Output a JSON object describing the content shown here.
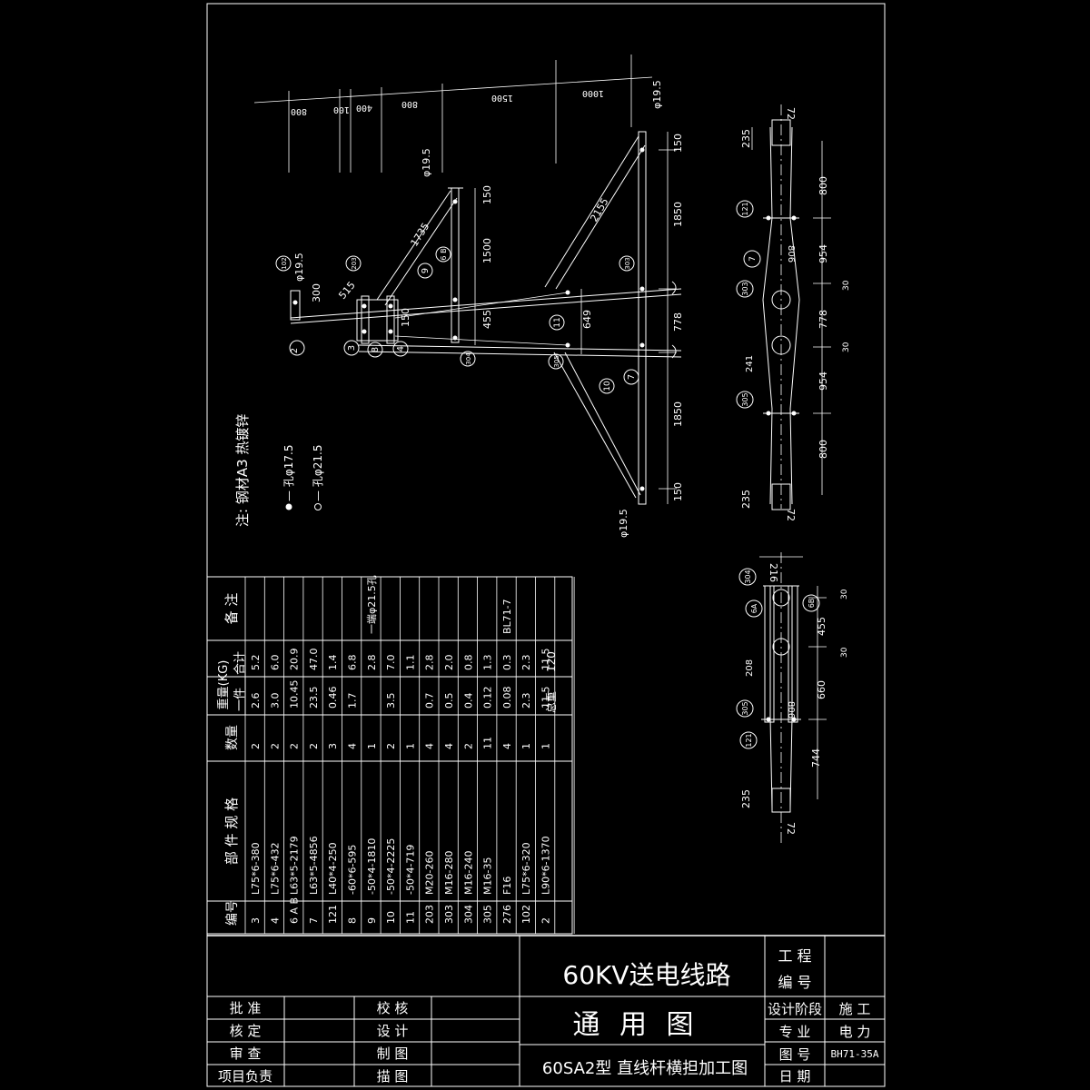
{
  "title_block": {
    "project_title": "60KV送电线路",
    "subtitle": "通 用 图",
    "drawing_name": "60SA2型 直线杆横担加工图",
    "project_no_label": "工 程\n编 号",
    "stage_label": "设计阶段",
    "stage_value": "施 工",
    "specialty_label": "专 业",
    "specialty_value": "电 力",
    "drawing_no_label": "图 号",
    "drawing_no_value": "BH71-35A",
    "date_label": "日 期",
    "signatures": [
      {
        "left": "批 准",
        "right": "校 核"
      },
      {
        "left": "核 定",
        "right": "设 计"
      },
      {
        "left": "审 查",
        "right": "制 图"
      },
      {
        "left": "项目负责",
        "right": "描 图"
      }
    ]
  },
  "notes": {
    "note_main": "注: 钢材A3 热镀锌",
    "hole_small": "— 孔φ17.5",
    "hole_large": "— 孔φ21.5"
  },
  "parts_table": {
    "headers": {
      "no": "编号",
      "spec": "部 件 规 格",
      "qty": "数量",
      "weight": "重量(KG)",
      "w_each": "一件",
      "w_total": "合计",
      "remark": "备 注"
    },
    "rows": [
      {
        "no": "3",
        "spec": "L75*6-380",
        "qty": "2",
        "each": "2.6",
        "total": "5.2",
        "remark": ""
      },
      {
        "no": "4",
        "spec": "L75*6-432",
        "qty": "2",
        "each": "3.0",
        "total": "6.0",
        "remark": ""
      },
      {
        "no": "6 A B",
        "spec": "L63*5-2179",
        "qty": "2",
        "each": "10.45",
        "total": "20.9",
        "remark": ""
      },
      {
        "no": "7",
        "spec": "L63*5-4856",
        "qty": "2",
        "each": "23.5",
        "total": "47.0",
        "remark": ""
      },
      {
        "no": "121",
        "spec": "L40*4-250",
        "qty": "3",
        "each": "0.46",
        "total": "1.4",
        "remark": ""
      },
      {
        "no": "8",
        "spec": "-60*6-595",
        "qty": "4",
        "each": "1.7",
        "total": "6.8",
        "remark": ""
      },
      {
        "no": "9",
        "spec": "-50*4-1810",
        "qty": "1",
        "each": "",
        "total": "2.8",
        "remark": "一端φ21.5孔"
      },
      {
        "no": "10",
        "spec": "-50*4-2225",
        "qty": "2",
        "each": "3.5",
        "total": "7.0",
        "remark": ""
      },
      {
        "no": "11",
        "spec": "-50*4-719",
        "qty": "1",
        "each": "",
        "total": "1.1",
        "remark": ""
      },
      {
        "no": "203",
        "spec": "M20-260",
        "qty": "4",
        "each": "0.7",
        "total": "2.8",
        "remark": ""
      },
      {
        "no": "303",
        "spec": "M16-280",
        "qty": "4",
        "each": "0.5",
        "total": "2.0",
        "remark": ""
      },
      {
        "no": "304",
        "spec": "M16-240",
        "qty": "2",
        "each": "0.4",
        "total": "0.8",
        "remark": ""
      },
      {
        "no": "305",
        "spec": "M16-35",
        "qty": "11",
        "each": "0.12",
        "total": "1.3",
        "remark": ""
      },
      {
        "no": "276",
        "spec": "F16",
        "qty": "4",
        "each": "0.08",
        "total": "0.3",
        "remark": "BL71-7"
      },
      {
        "no": "102",
        "spec": "L75*6-320",
        "qty": "1",
        "each": "2.3",
        "total": "2.3",
        "remark": ""
      },
      {
        "no": "2",
        "spec": "L90*6-1370",
        "qty": "1",
        "each": "11.5",
        "total": "11.5",
        "remark": ""
      }
    ],
    "total_label": "总重",
    "total_value": "120"
  },
  "elevation_labels": {
    "top_dims": [
      "800",
      "100",
      "400",
      "800",
      "1500",
      "1000"
    ],
    "holes": [
      "φ19.5",
      "φ19.5",
      "φ19.5",
      "φ19.5"
    ],
    "dims": [
      "2155",
      "1735",
      "1500",
      "150",
      "150",
      "455",
      "300",
      "515",
      "649",
      "778",
      "1850",
      "1850",
      "150",
      "150"
    ],
    "parts": [
      "2",
      "3",
      "8",
      "4",
      "9",
      "6 B",
      "10",
      "11",
      "7",
      "102",
      "203",
      "303",
      "304",
      "305"
    ]
  },
  "plan_top_labels": {
    "dims": [
      "72",
      "235",
      "800",
      "954",
      "30",
      "778",
      "30",
      "954",
      "800",
      "235",
      "72",
      "806",
      "241"
    ],
    "parts": [
      "121",
      "7",
      "303",
      "305"
    ]
  },
  "plan_bottom_labels": {
    "dims": [
      "216",
      "30",
      "455",
      "30",
      "660",
      "744",
      "235",
      "72",
      "208",
      "806"
    ],
    "parts": [
      "304",
      "6A",
      "6B",
      "305",
      "121"
    ]
  }
}
